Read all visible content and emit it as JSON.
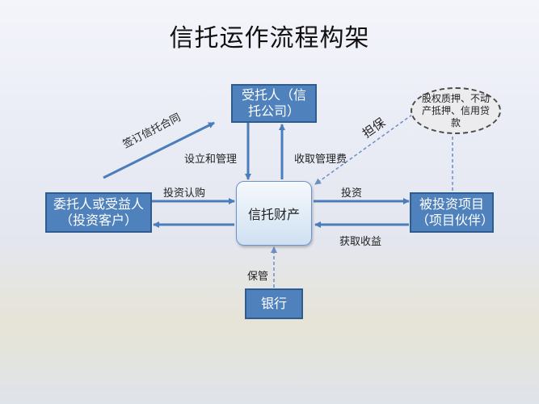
{
  "title": "信托运作流程构架",
  "nodes": {
    "trustee": "受托人（信托公司）",
    "settlor": "委托人或受益人（投资客户）",
    "trust_property": "信托财产",
    "project": "被投资项目（项目伙伴）",
    "bank": "银行",
    "collateral": "股权质押、不动产抵押、信用贷款"
  },
  "labels": {
    "sign_contract": "签订信托合同",
    "establish_manage": "设立和管理",
    "collect_fee": "收取管理费",
    "guarantee": "担保",
    "invest_subscribe": "投资认购",
    "invest": "投资",
    "earn_income": "获取收益",
    "custody": "保管"
  },
  "colors": {
    "node_fill": "#4f81bd",
    "node_border": "#2f5b8f",
    "arrow": "#4a7ebb",
    "dashed_arrow": "#6b8fc2"
  }
}
